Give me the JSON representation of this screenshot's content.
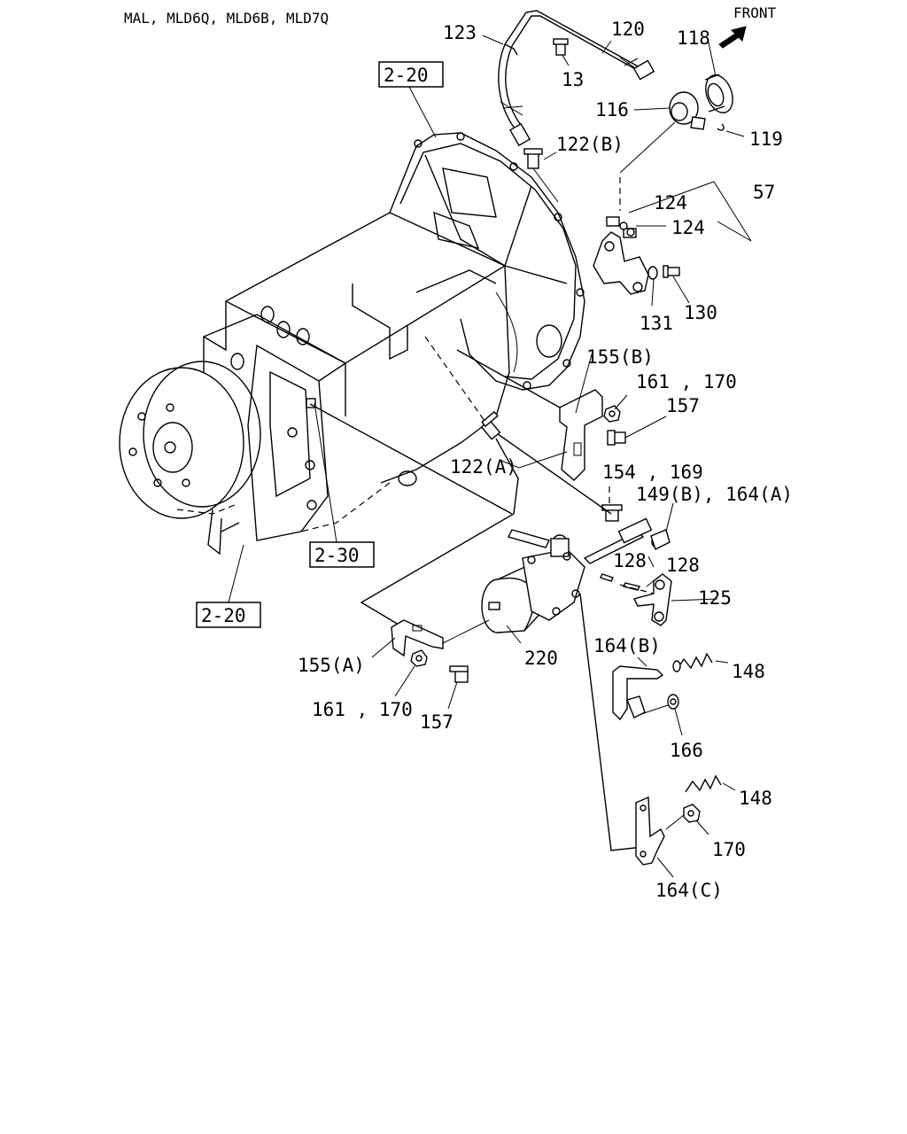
{
  "header": {
    "models": "MAL, MLD6Q, MLD6B, MLD7Q",
    "front": "FRONT"
  },
  "refs": {
    "r1": "2-20",
    "r2": "2-30",
    "r3": "2-20"
  },
  "labels": {
    "p123": "123",
    "p120": "120",
    "p118": "118",
    "p13": "13",
    "p116": "116",
    "p119": "119",
    "p122b": "122(B)",
    "p124a": "124",
    "p57": "57",
    "p124b": "124",
    "p131": "131",
    "p130": "130",
    "p155b": "155(B)",
    "p161_170a": "161 , 170",
    "p157a": "157",
    "p122a": "122(A)",
    "p154_169": "154 , 169",
    "p149_164": "149(B), 164(A)",
    "p128a": "128",
    "p128b": "128",
    "p125": "125",
    "p220": "220",
    "p155a": "155(A)",
    "p161_170b": "161 , 170",
    "p157b": "157",
    "p164b": "164(B)",
    "p148a": "148",
    "p166": "166",
    "p148b": "148",
    "p170": "170",
    "p164c": "164(C)"
  }
}
